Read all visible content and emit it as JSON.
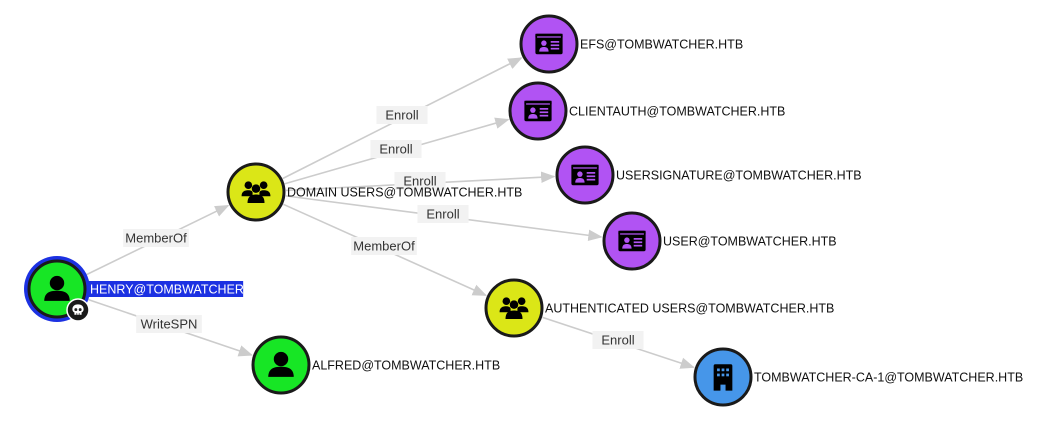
{
  "colors": {
    "user": "#17e625",
    "group": "#dbe617",
    "cert_template": "#b153f3",
    "ca": "#4696e9",
    "selected_ring": "#1c31e2",
    "selected_label_bg": "#1c31e2",
    "edge": "#cccccc",
    "edge_label_bg": "#f2f2f2"
  },
  "nodes": [
    {
      "id": "henry",
      "label": "HENRY@TOMBWATCHER.HTB",
      "type": "user",
      "icon": "user-icon",
      "selected": true,
      "badge": "skull-icon"
    },
    {
      "id": "domain_users",
      "label": "DOMAIN USERS@TOMBWATCHER.HTB",
      "type": "group",
      "icon": "group-icon"
    },
    {
      "id": "alfred",
      "label": "ALFRED@TOMBWATCHER.HTB",
      "type": "user",
      "icon": "user-icon"
    },
    {
      "id": "efs",
      "label": "EFS@TOMBWATCHER.HTB",
      "type": "cert_template",
      "icon": "id-card-icon"
    },
    {
      "id": "clientauth",
      "label": "CLIENTAUTH@TOMBWATCHER.HTB",
      "type": "cert_template",
      "icon": "id-card-icon"
    },
    {
      "id": "usersignature",
      "label": "USERSIGNATURE@TOMBWATCHER.HTB",
      "type": "cert_template",
      "icon": "id-card-icon"
    },
    {
      "id": "user",
      "label": "USER@TOMBWATCHER.HTB",
      "type": "cert_template",
      "icon": "id-card-icon"
    },
    {
      "id": "auth_users",
      "label": "AUTHENTICATED USERS@TOMBWATCHER.HTB",
      "type": "group",
      "icon": "group-icon"
    },
    {
      "id": "ca",
      "label": "TOMBWATCHER-CA-1@TOMBWATCHER.HTB",
      "type": "ca",
      "icon": "building-icon"
    }
  ],
  "edges": [
    {
      "from": "henry",
      "to": "domain_users",
      "label": "MemberOf"
    },
    {
      "from": "henry",
      "to": "alfred",
      "label": "WriteSPN"
    },
    {
      "from": "domain_users",
      "to": "efs",
      "label": "Enroll"
    },
    {
      "from": "domain_users",
      "to": "clientauth",
      "label": "Enroll"
    },
    {
      "from": "domain_users",
      "to": "usersignature",
      "label": "Enroll"
    },
    {
      "from": "domain_users",
      "to": "user",
      "label": "Enroll"
    },
    {
      "from": "domain_users",
      "to": "auth_users",
      "label": "MemberOf"
    },
    {
      "from": "auth_users",
      "to": "ca",
      "label": "Enroll"
    }
  ]
}
